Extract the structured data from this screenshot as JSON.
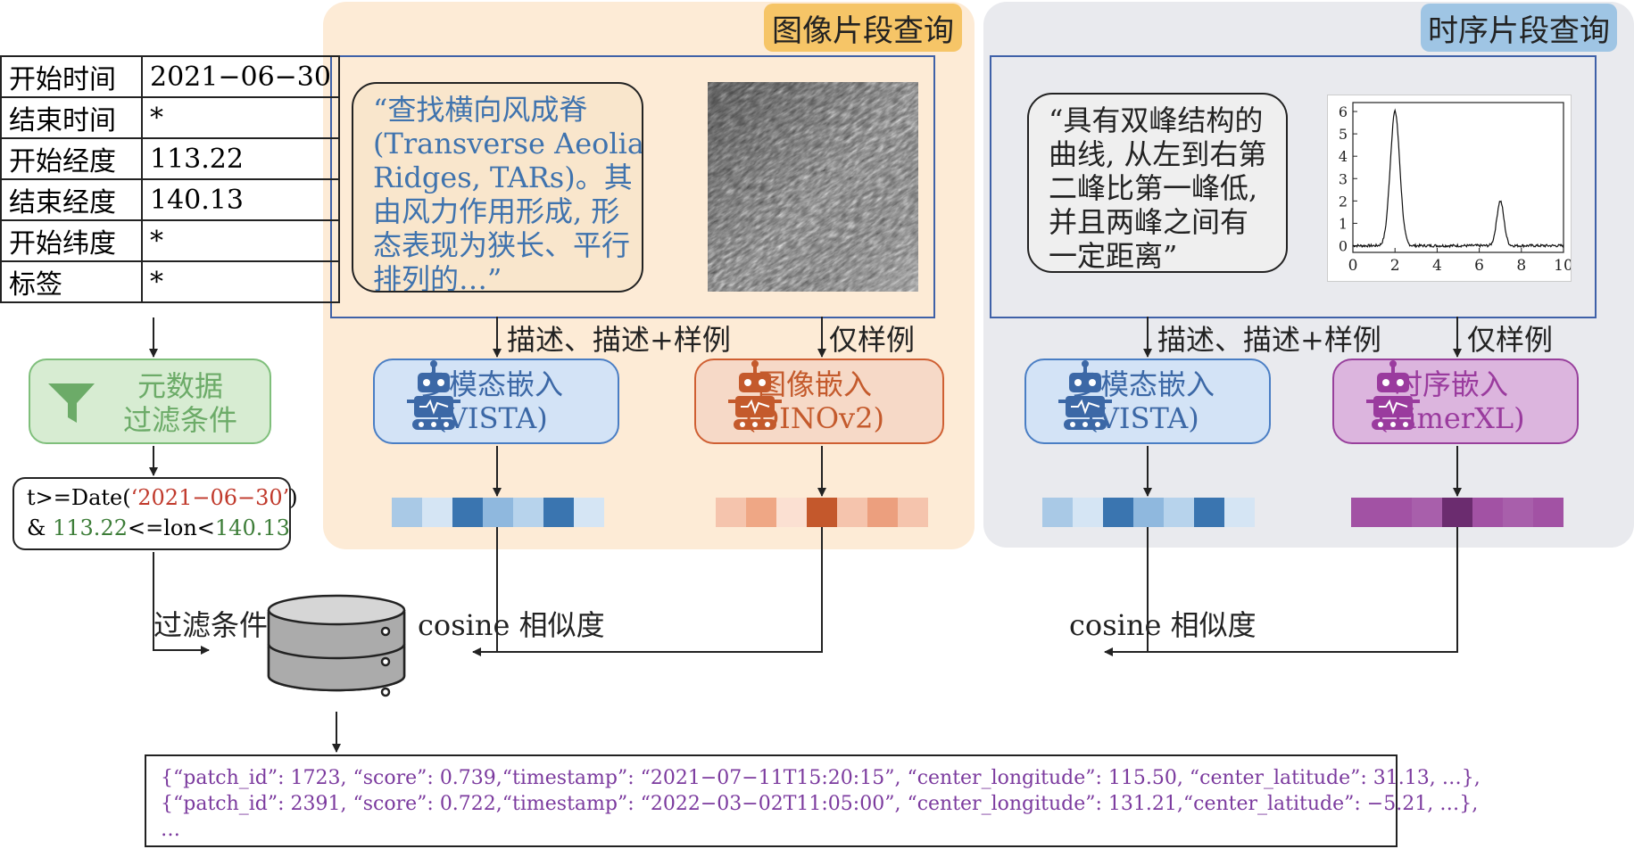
{
  "sections": {
    "image_query_title": "图像片段查询",
    "timeseries_query_title": "时序片段查询"
  },
  "metadata_table": {
    "rows": [
      {
        "key": "开始时间",
        "value": "2021−06−30"
      },
      {
        "key": "结束时间",
        "value": "*"
      },
      {
        "key": "开始经度",
        "value": "113.22"
      },
      {
        "key": "结束经度",
        "value": "140.13"
      },
      {
        "key": "开始纬度",
        "value": "*"
      },
      {
        "key": "标签",
        "value": "*"
      }
    ]
  },
  "metadata_filter": {
    "label": "元数据\n过滤条件",
    "icon": "funnel-icon"
  },
  "filter_expression": {
    "line1_pre": "t>=Date(",
    "line1_date": "‘2021−06−30’",
    "line1_post": ")",
    "line2_pre": "& ",
    "line2_min": "113.22",
    "line2_mid": "<=lon<",
    "line2_max": "140.13"
  },
  "labels": {
    "filter_condition": "过滤条件",
    "cosine_similarity_img": "cosine 相似度",
    "cosine_similarity_ts": "cosine 相似度",
    "desc_img": "描述、描述+样例",
    "example_only_img": "仅样例",
    "desc_ts": "描述、描述+样例",
    "example_only_ts": "仅样例"
  },
  "image_query": {
    "text": "“查找横向风成脊\n(Transverse Aeolian\nRidges, TARs)。其\n由风力作用形成, 形\n态表现为狭长、平行\n排列的…”"
  },
  "timeseries_query": {
    "text": "“具有双峰结构的\n曲线, 从左到右第\n二峰比第一峰低,\n并且两峰之间有\n一定距离”"
  },
  "embedders": {
    "mm_img": {
      "label": "多模态嵌入\n(VISTA)",
      "icon": "robot-icon"
    },
    "image": {
      "label": "图像嵌入\n(DINOv2)",
      "icon": "robot-icon"
    },
    "mm_ts": {
      "label": "多模态嵌入\n(VISTA)",
      "icon": "robot-icon"
    },
    "timeseries": {
      "label": "时序嵌入\n(TimerXL)",
      "icon": "robot-icon"
    }
  },
  "vectors": {
    "blue": [
      "#a9c9e6",
      "#d5e5f4",
      "#3a75b0",
      "#8fb8de",
      "#b7d3ec",
      "#3a75b0",
      "#d5e5f4"
    ],
    "orange": [
      "#f5c4ad",
      "#efa785",
      "#fbe0d2",
      "#c4582c",
      "#f5c4ad",
      "#ec9f7e",
      "#f5c4ad"
    ],
    "purple": [
      "#a252a4",
      "#a252a4",
      "#a85fab",
      "#6b2c6f",
      "#a252a4",
      "#a85fab",
      "#a252a4"
    ]
  },
  "colors": {
    "image_panel": "#fdebd6",
    "timeseries_panel": "#e9eaee",
    "frame_border": "#3f61a8"
  },
  "results": {
    "line1": "{“patch_id”: 1723, “score”: 0.739,“timestamp”: “2021−07−11T15:20:15”, “center_longitude”: 115.50, “center_latitude”: 31.13, …},",
    "line2": "{“patch_id”: 2391, “score”: 0.722,“timestamp”: “2022−03−02T11:05:00”, “center_longitude”: 131.21,“center_latitude”: −5.21, …},",
    "line3": "…"
  },
  "chart_data": {
    "type": "line",
    "x_ticks": [
      "0",
      "2",
      "4",
      "6",
      "8",
      "10"
    ],
    "y_ticks": [
      "0",
      "1",
      "2",
      "3",
      "4",
      "5",
      "6"
    ],
    "xlim": [
      0,
      10
    ],
    "ylim": [
      -0.3,
      6.4
    ],
    "peaks": [
      {
        "x": 2,
        "y": 6.0
      },
      {
        "x": 7,
        "y": 2.0
      }
    ]
  }
}
